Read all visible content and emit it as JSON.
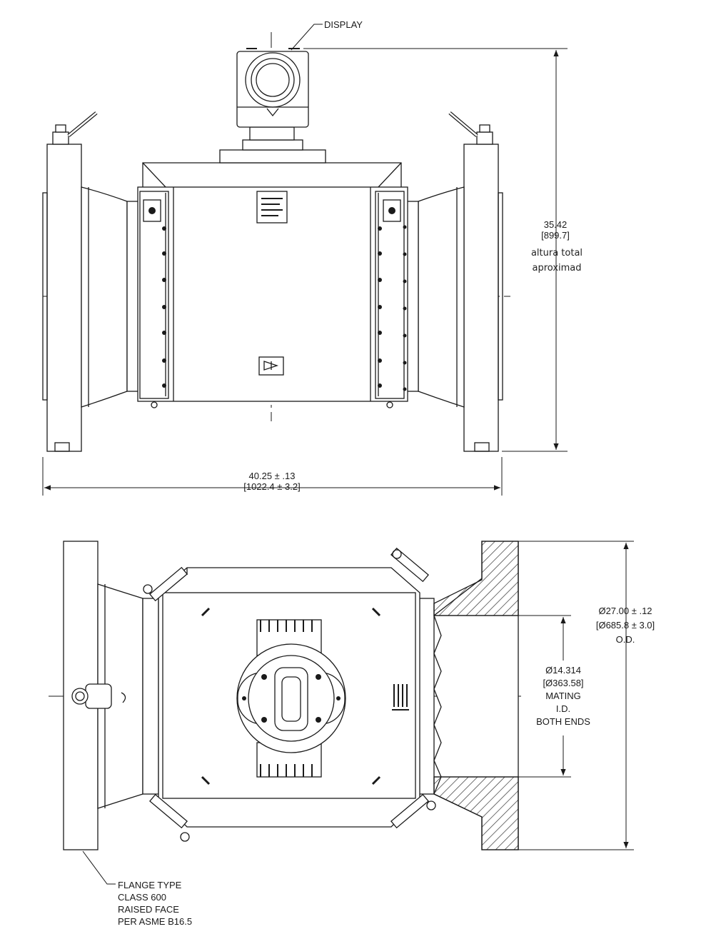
{
  "top_view": {
    "display_label": "DISPLAY",
    "height_dim": {
      "value_in": "35.42",
      "value_mm": "[899.7]",
      "note_line1": "altura total",
      "note_line2": "aproximad"
    },
    "width_dim": {
      "value_in": "40.25 ± .13",
      "value_mm": "[1022.4 ± 3.2]"
    }
  },
  "bottom_view": {
    "od_dim": {
      "value_in": "Ø27.00 ± .12",
      "value_mm": "[Ø685.8 ± 3.0]",
      "label": "O.D."
    },
    "id_dim": {
      "value_in": "Ø14.314",
      "value_mm": "[Ø363.58]",
      "line1": "MATING",
      "line2": "I.D.",
      "line3": "BOTH ENDS"
    },
    "flange_note": {
      "line1": "FLANGE TYPE",
      "line2": "CLASS 600",
      "line3": "RAISED FACE",
      "line4": "PER ASME B16.5"
    }
  },
  "colors": {
    "line": "#1a1a1a",
    "background": "#ffffff",
    "hatch": "#333333"
  }
}
